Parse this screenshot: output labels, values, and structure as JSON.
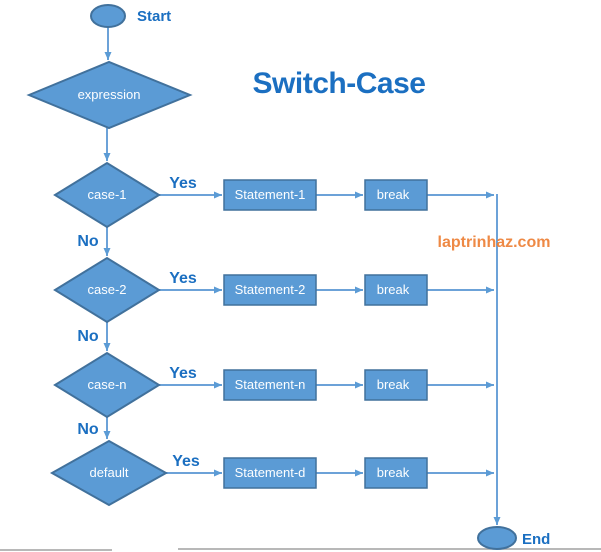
{
  "title": "Switch-Case",
  "watermark": "laptrinhaz.com",
  "terminals": {
    "start": "Start",
    "end": "End"
  },
  "expression_label": "expression",
  "branch": {
    "yes": "Yes",
    "no": "No"
  },
  "rows": [
    {
      "case_label": "case-1",
      "statement_label": "Statement-1",
      "break_label": "break"
    },
    {
      "case_label": "case-2",
      "statement_label": "Statement-2",
      "break_label": "break"
    },
    {
      "case_label": "case-n",
      "statement_label": "Statement-n",
      "break_label": "break"
    },
    {
      "case_label": "default",
      "statement_label": "Statement-d",
      "break_label": "break"
    }
  ],
  "colors": {
    "shape_fill": "#5B9BD5",
    "shape_border": "#41719C",
    "connector": "#6CA2D8",
    "label_blue": "#1B6FC1",
    "watermark_orange": "#ED7D31",
    "shape_text": "#FFFFFF"
  }
}
